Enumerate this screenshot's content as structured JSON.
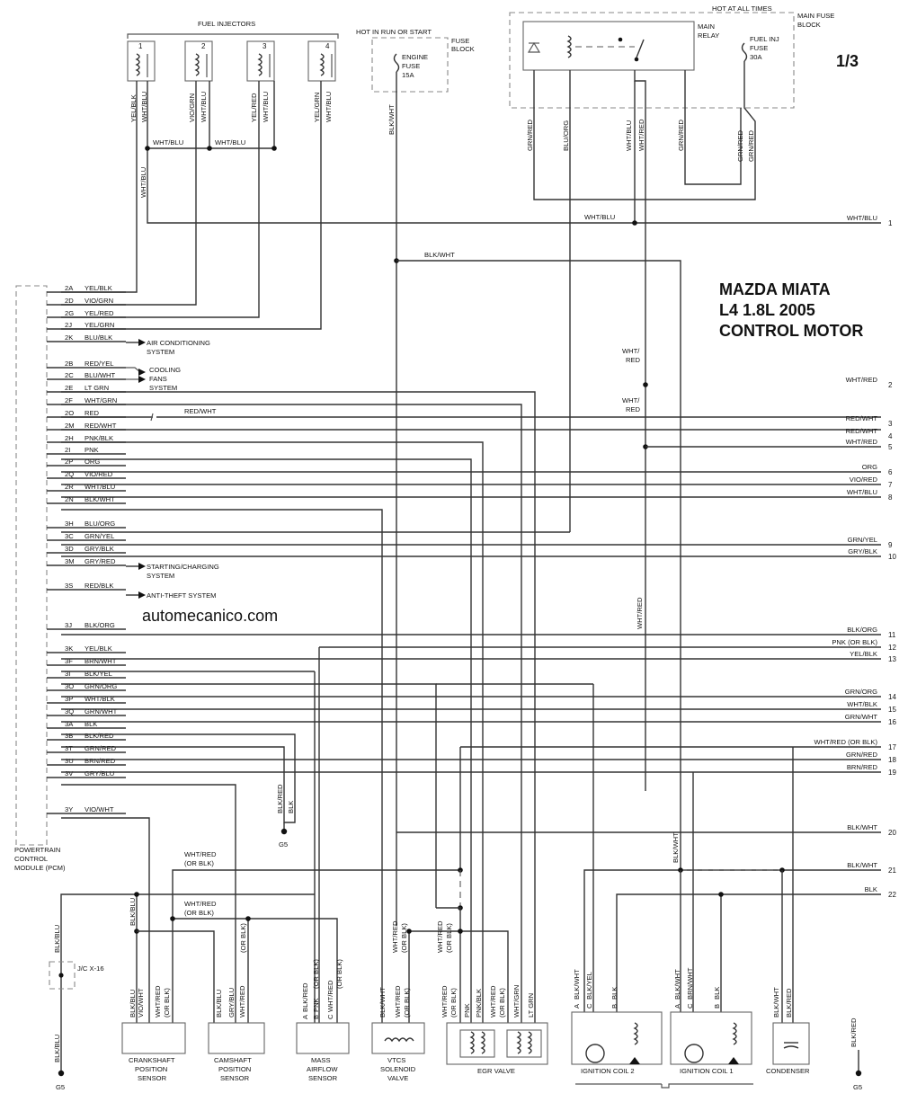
{
  "title": {
    "line1": "MAZDA  MIATA",
    "line2": "L4 1.8L   2005",
    "line3": "CONTROL MOTOR",
    "page": "1/3",
    "website": "automecanico.com"
  },
  "top": {
    "fuel_injectors": "FUEL INJECTORS",
    "injector_numbers": [
      "1",
      "2",
      "3",
      "4"
    ],
    "injector_wires": [
      [
        "YEL/BLK",
        "WHT/BLU"
      ],
      [
        "VIO/GRN",
        "WHT/BLU"
      ],
      [
        "YEL/RED",
        "WHT/BLU"
      ],
      [
        "YEL/GRN",
        "WHT/BLU"
      ]
    ],
    "hot_in_run": "HOT IN RUN OR START",
    "fuse_block": [
      "FUSE",
      "BLOCK"
    ],
    "engine_fuse": [
      "ENGINE",
      "FUSE",
      "15A"
    ],
    "hot_at_all_times": "HOT AT ALL TIMES",
    "main_fuse_block": [
      "MAIN FUSE",
      "BLOCK"
    ],
    "main_relay": [
      "MAIN",
      "RELAY"
    ],
    "fuel_inj_fuse": [
      "FUEL INJ",
      "FUSE",
      "30A"
    ],
    "relay_wires": [
      "GRN/RED",
      "BLU/ORG",
      "WHT/BLU",
      "WHT/RED",
      "GRN/RED",
      "GRN/RED",
      "GRN/RED"
    ],
    "wht_blu": "WHT/BLU",
    "blk_wht": "BLK/WHT",
    "wht_red_stack": [
      "WHT/",
      "RED"
    ]
  },
  "pcm": {
    "label": [
      "POWERTRAIN",
      "CONTROL",
      "MODULE (PCM)"
    ],
    "pins": [
      {
        "pin": "2A",
        "wire": "YEL/BLK"
      },
      {
        "pin": "2D",
        "wire": "VIO/GRN"
      },
      {
        "pin": "2G",
        "wire": "YEL/RED"
      },
      {
        "pin": "2J",
        "wire": "YEL/GRN"
      },
      {
        "pin": "2K",
        "wire": "BLU/BLK"
      },
      {
        "pin": "2B",
        "wire": "RED/YEL"
      },
      {
        "pin": "2C",
        "wire": "BLU/WHT"
      },
      {
        "pin": "2E",
        "wire": "LT GRN"
      },
      {
        "pin": "2F",
        "wire": "WHT/GRN"
      },
      {
        "pin": "2O",
        "wire": "RED"
      },
      {
        "pin": "2M",
        "wire": "RED/WHT"
      },
      {
        "pin": "2H",
        "wire": "PNK/BLK"
      },
      {
        "pin": "2I",
        "wire": "PNK"
      },
      {
        "pin": "2P",
        "wire": "ORG"
      },
      {
        "pin": "2Q",
        "wire": "VIO/RED"
      },
      {
        "pin": "2R",
        "wire": "WHT/BLU"
      },
      {
        "pin": "2N",
        "wire": "BLK/WHT"
      },
      {
        "pin": "3H",
        "wire": "BLU/ORG"
      },
      {
        "pin": "3C",
        "wire": "GRN/YEL"
      },
      {
        "pin": "3D",
        "wire": "GRY/BLK"
      },
      {
        "pin": "3M",
        "wire": "GRY/RED"
      },
      {
        "pin": "3S",
        "wire": "RED/BLK"
      },
      {
        "pin": "3J",
        "wire": "BLK/ORG"
      },
      {
        "pin": "3K",
        "wire": "YEL/BLK"
      },
      {
        "pin": "3F",
        "wire": "BRN/WHT"
      },
      {
        "pin": "3I",
        "wire": "BLK/YEL"
      },
      {
        "pin": "3O",
        "wire": "GRN/ORG"
      },
      {
        "pin": "3P",
        "wire": "WHT/BLK"
      },
      {
        "pin": "3Q",
        "wire": "GRN/WHT"
      },
      {
        "pin": "3A",
        "wire": "BLK"
      },
      {
        "pin": "3B",
        "wire": "BLK/RED"
      },
      {
        "pin": "3T",
        "wire": "GRN/RED"
      },
      {
        "pin": "3U",
        "wire": "BRN/RED"
      },
      {
        "pin": "3V",
        "wire": "GRY/BLU"
      },
      {
        "pin": "3Y",
        "wire": "VIO/WHT"
      }
    ],
    "air_conditioning": [
      "AIR CONDITIONING",
      "SYSTEM"
    ],
    "cooling_fans": [
      "COOLING",
      "FANS",
      "SYSTEM"
    ],
    "starting_charging": [
      "STARTING/CHARGING",
      "SYSTEM"
    ],
    "anti_theft": "ANTI-THEFT SYSTEM",
    "red_wht_mid": "RED/WHT"
  },
  "right_connectors": [
    {
      "num": "1",
      "label": "WHT/BLU"
    },
    {
      "num": "2",
      "label": "WHT/RED"
    },
    {
      "num": "3",
      "label": "RED/WHT"
    },
    {
      "num": "4",
      "label": "RED/WHT"
    },
    {
      "num": "5",
      "label": "WHT/RED"
    },
    {
      "num": "6",
      "label": "ORG"
    },
    {
      "num": "7",
      "label": "VIO/RED"
    },
    {
      "num": "8",
      "label": "WHT/BLU"
    },
    {
      "num": "9",
      "label": "GRN/YEL"
    },
    {
      "num": "10",
      "label": "GRY/BLK"
    },
    {
      "num": "11",
      "label": "BLK/ORG"
    },
    {
      "num": "12",
      "label": "PNK      (OR BLK)"
    },
    {
      "num": "13",
      "label": "YEL/BLK"
    },
    {
      "num": "14",
      "label": "GRN/ORG"
    },
    {
      "num": "15",
      "label": "WHT/BLK"
    },
    {
      "num": "16",
      "label": "GRN/WHT"
    },
    {
      "num": "17",
      "label": "WHT/RED    (OR BLK)"
    },
    {
      "num": "18",
      "label": "GRN/RED"
    },
    {
      "num": "19",
      "label": "BRN/RED"
    },
    {
      "num": "20",
      "label": "BLK/WHT"
    },
    {
      "num": "21",
      "label": "BLK/WHT"
    },
    {
      "num": "22",
      "label": "BLK"
    }
  ],
  "bottom": {
    "wht_red_or_blk": [
      "WHT/RED",
      "(OR BLK)"
    ],
    "blk_red": "BLK/RED",
    "blk": "BLK",
    "g5": "G5",
    "blk_blu": "BLK/BLU",
    "jc": "J/C X-16",
    "ckp_wires": [
      "VIO/WHT",
      "WHT/RED",
      "(OR BLK)"
    ],
    "crankshaft": [
      "CRANKSHAFT",
      "POSITION",
      "SENSOR"
    ],
    "cmp_wires": [
      "GRY/BLU",
      "WHT/RED",
      "(OR BLK)"
    ],
    "camshaft": [
      "CAMSHAFT",
      "POSITION",
      "SENSOR"
    ],
    "maf_pins": [
      "A",
      "B",
      "C"
    ],
    "maf_wires": [
      "BLK/RED",
      "PNK",
      "(OR BLK)",
      "WHT/RED",
      "(OR BLK)"
    ],
    "maf": [
      "MASS",
      "AIRFLOW",
      "SENSOR"
    ],
    "vtcs_wires": [
      "BLK/WHT",
      "WHT/RED",
      "(OR BLK)"
    ],
    "vtcs": [
      "VTCS",
      "SOLENOID",
      "VALVE"
    ],
    "egr_wires": [
      "WHT/RED",
      "(OR BLK)",
      "PNK",
      "PNK/BLK",
      "WHT/RED",
      "(OR BLK)",
      "WHT/GRN",
      "LT GRN"
    ],
    "egr": "EGR VALVE",
    "coil_pins": [
      "A",
      "C",
      "B"
    ],
    "coil2_wires": [
      "BLK/WHT",
      "BLK/YEL",
      "BLK"
    ],
    "coil1_wires": [
      "BLK/WHT",
      "BRN/WHT",
      "BLK"
    ],
    "coil2": "IGNITION COIL 2",
    "coil1": "IGNITION COIL 1",
    "condenser_wires": [
      "BLK/WHT",
      "BLK/RED"
    ],
    "condenser": "CONDENSER"
  }
}
